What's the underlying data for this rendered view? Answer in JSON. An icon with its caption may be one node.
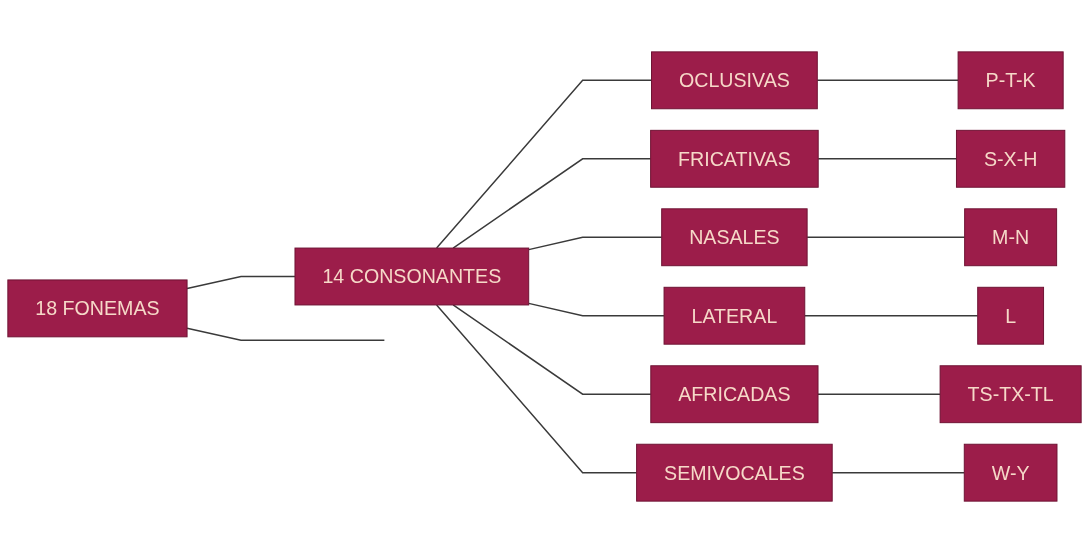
{
  "diagram": {
    "nodes": [
      {
        "text": [
          "18 FONEMAS"
        ]
      },
      {
        "text": [
          "14 CONSONANTES"
        ]
      },
      {
        "text": [
          "OCLUSIVAS"
        ]
      },
      {
        "text": [
          "FRICATIVAS"
        ]
      },
      {
        "text": [
          "NASALES"
        ]
      },
      {
        "text": [
          "LATERAL"
        ]
      },
      {
        "text": [
          "AFRICADAS"
        ]
      },
      {
        "text": [
          "SEMIVOCALES"
        ]
      },
      {
        "text": [
          "P-T-K"
        ]
      },
      {
        "text": [
          "S-X-H"
        ]
      },
      {
        "text": [
          "M-N"
        ]
      },
      {
        "text": [
          "L"
        ]
      },
      {
        "text": [
          "TS-TX-TL"
        ]
      },
      {
        "text": [
          "W-Y"
        ]
      }
    ],
    "edges": [
      {
        "from": 0,
        "to": 1,
        "arrow": "none"
      },
      {
        "from": 0,
        "to": null,
        "arrow": "none"
      },
      {
        "from": 1,
        "to": 2,
        "arrow": "none"
      },
      {
        "from": 1,
        "to": 3,
        "arrow": "none"
      },
      {
        "from": 1,
        "to": 4,
        "arrow": "none"
      },
      {
        "from": 1,
        "to": 5,
        "arrow": "none"
      },
      {
        "from": 1,
        "to": 6,
        "arrow": "none"
      },
      {
        "from": 1,
        "to": 7,
        "arrow": "none"
      },
      {
        "from": 2,
        "to": 8,
        "arrow": "none"
      },
      {
        "from": 3,
        "to": 9,
        "arrow": "none"
      },
      {
        "from": 4,
        "to": 10,
        "arrow": "none"
      },
      {
        "from": 5,
        "to": 11,
        "arrow": "none"
      },
      {
        "from": 6,
        "to": 12,
        "arrow": "none"
      },
      {
        "from": 7,
        "to": 13,
        "arrow": "none"
      }
    ]
  }
}
